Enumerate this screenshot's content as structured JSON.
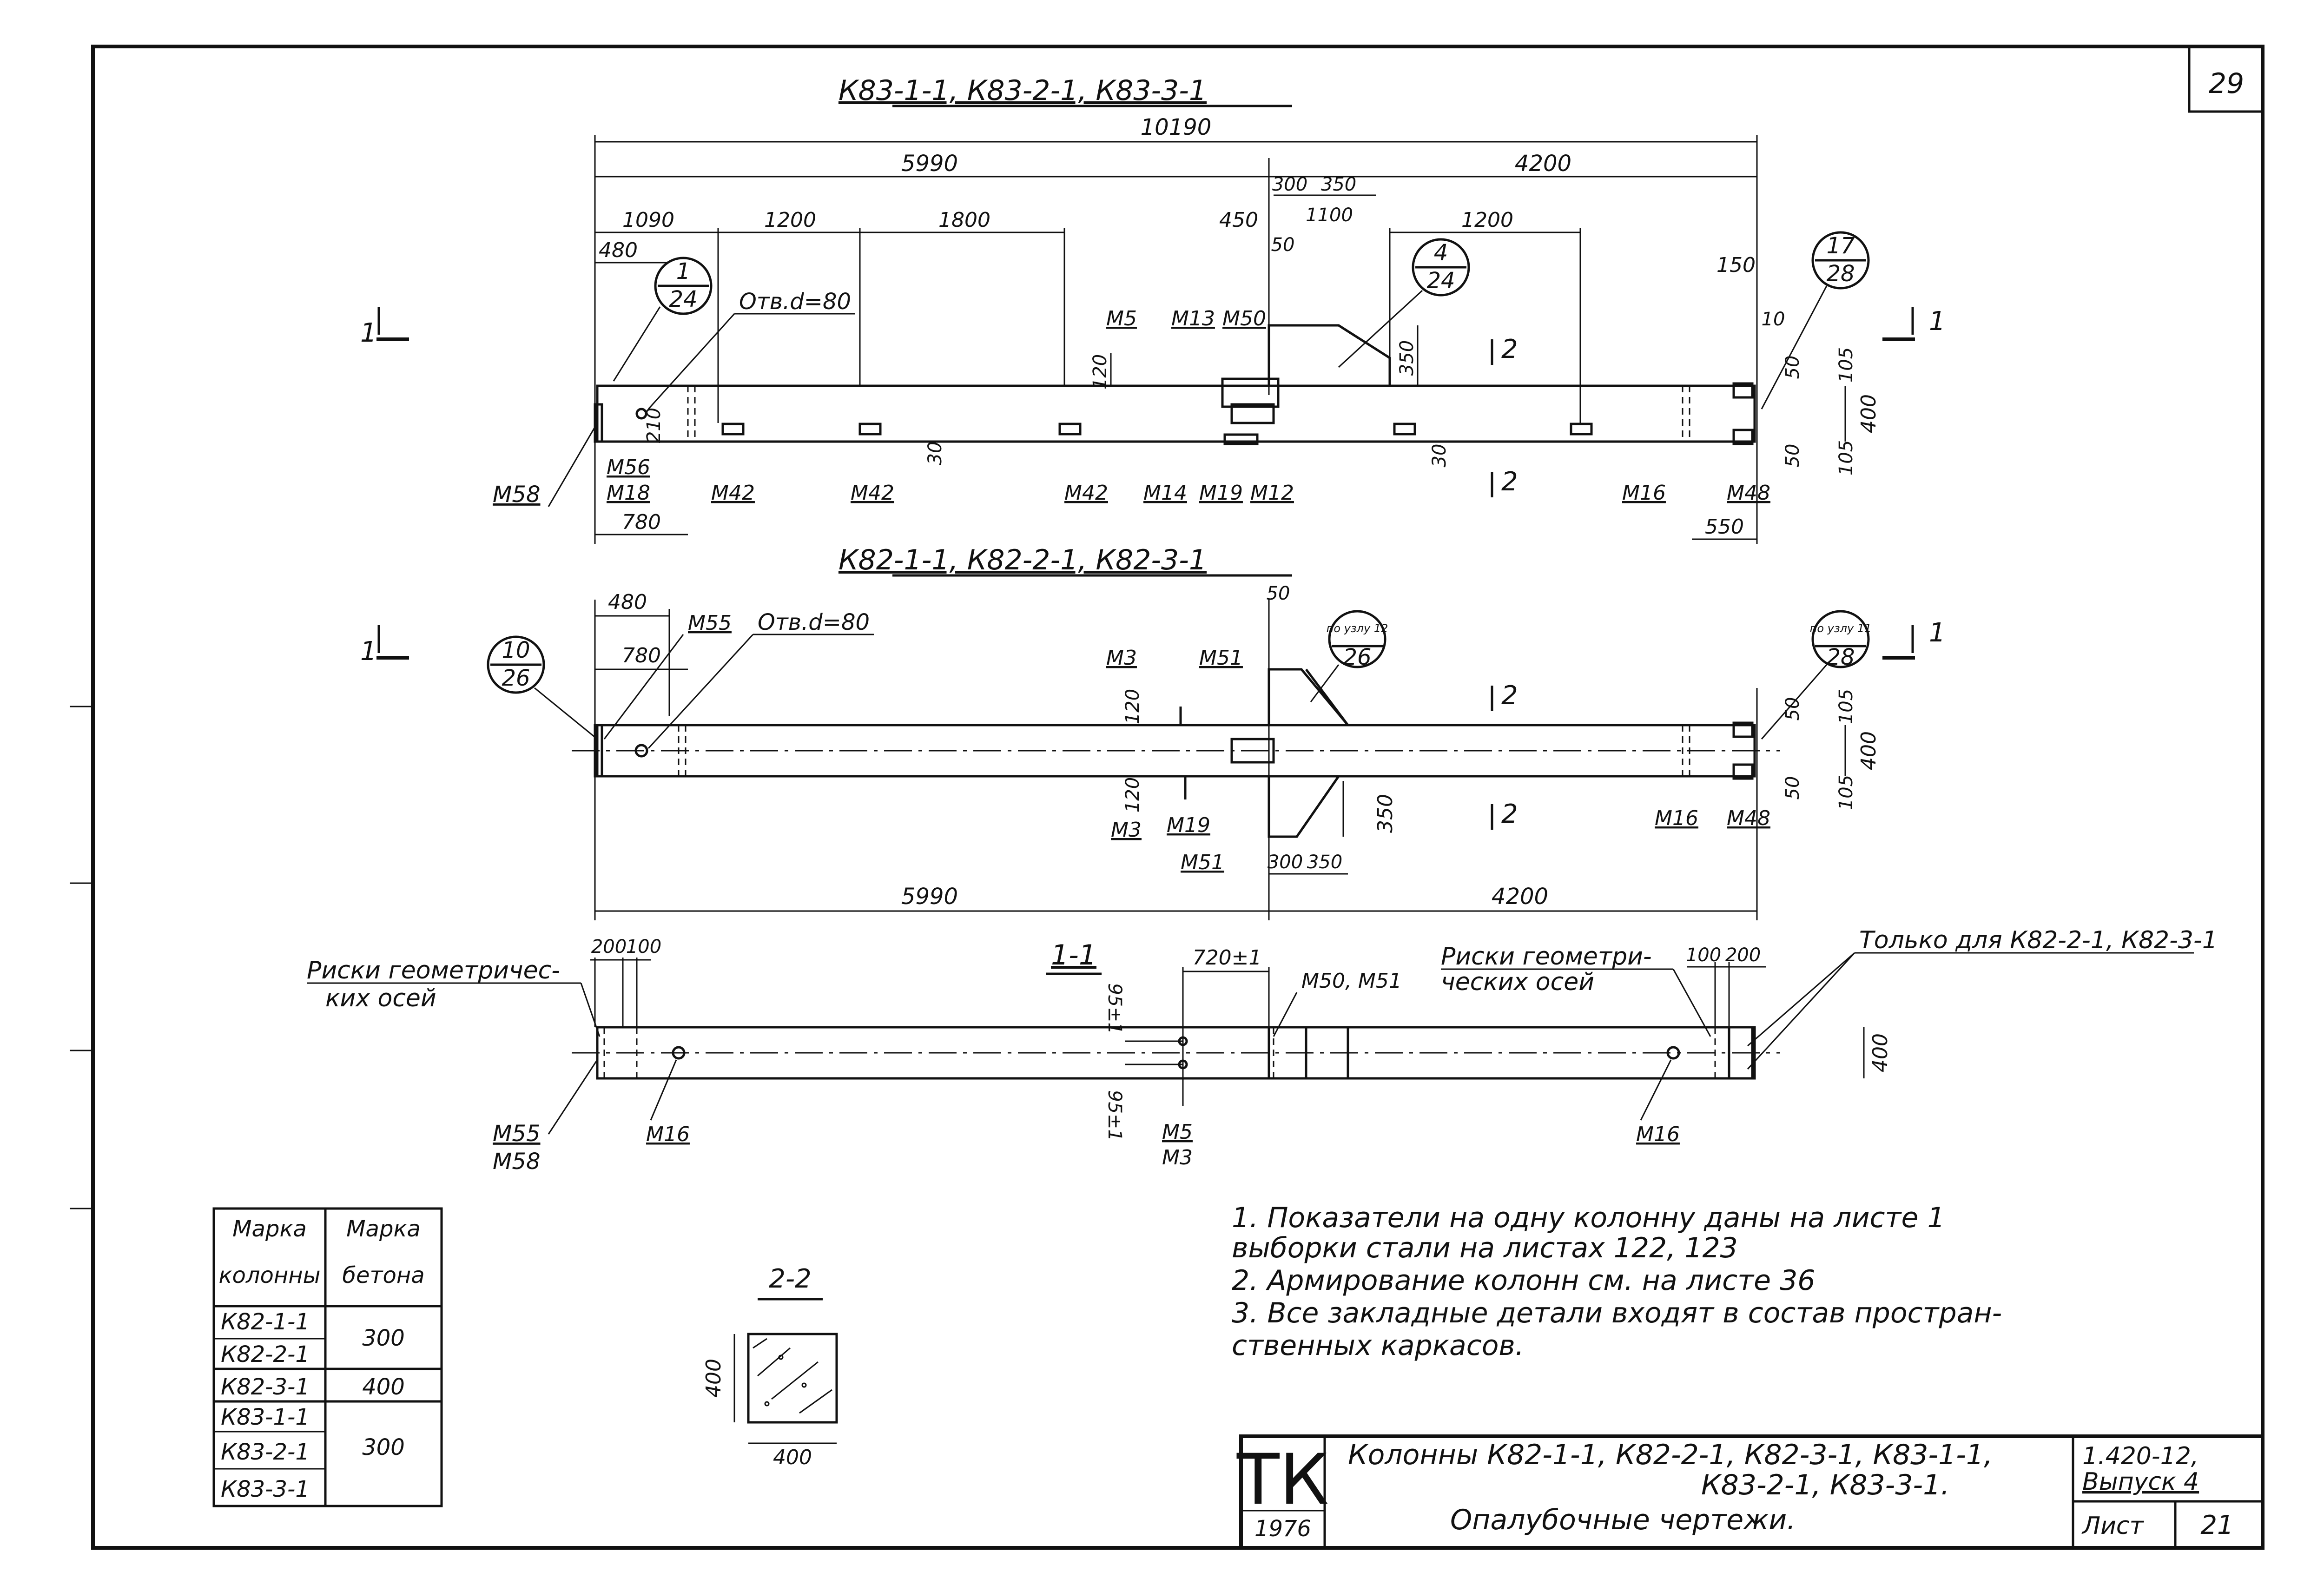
{
  "sheet_number": "29",
  "views": {
    "k83": {
      "title": "К83-1-1, К83-2-1, К83-3-1",
      "overall": "10190",
      "left_len": "5990",
      "right_len": "4200",
      "dims_top": [
        "1090",
        "1200",
        "1800",
        "450",
        "300",
        "350",
        "1100",
        "1200",
        "150",
        "480",
        "50",
        "10"
      ],
      "dims_side": [
        "120",
        "350",
        "105",
        "50",
        "400",
        "50",
        "105",
        "30",
        "210",
        "30"
      ],
      "dims_bottom": [
        "780",
        "550"
      ],
      "callouts": [
        {
          "num": "1",
          "den": "24"
        },
        {
          "num": "4",
          "den": "24"
        },
        {
          "num": "17",
          "den": "28"
        }
      ],
      "hole": "Отв.d=80",
      "parts": [
        "М5",
        "М13",
        "М50",
        "М56",
        "М18",
        "М42",
        "М42",
        "М42",
        "М14",
        "М19",
        "М12",
        "М16",
        "М48",
        "М58"
      ],
      "section_mark": "1",
      "cut_mark": "2"
    },
    "k82": {
      "title": "К82-1-1, К82-2-1, К82-3-1",
      "left_len": "5990",
      "right_len": "4200",
      "dims_top": [
        "480",
        "780",
        "50"
      ],
      "dims_side": [
        "120",
        "120",
        "350",
        "105",
        "50",
        "400",
        "50",
        "105"
      ],
      "dims_bottom": [
        "300",
        "350"
      ],
      "callouts": [
        {
          "num": "10",
          "den": "26"
        },
        {
          "num": "по узлу 12",
          "den": "26"
        },
        {
          "num": "по узлу 11",
          "den": "28"
        }
      ],
      "hole": "Отв.d=80",
      "parts": [
        "М55",
        "М3",
        "М51",
        "М3",
        "М19",
        "М51",
        "М16",
        "М48"
      ],
      "section_mark": "1",
      "cut_mark": "2"
    },
    "section_1_1": {
      "title": "1-1",
      "dims": [
        "200",
        "100",
        "720±1",
        "95±1",
        "95±1",
        "100",
        "200",
        "400"
      ],
      "notes": [
        "Риски геометричес-",
        "ких осей",
        "Риски геометри-",
        "ческих осей",
        "Только для К82-2-1, К82-3-1"
      ],
      "parts": [
        "М50, М51",
        "М55",
        "М58",
        "М16",
        "М5",
        "М3",
        "М16"
      ]
    },
    "section_2_2": {
      "title": "2-2",
      "dims": [
        "400",
        "400"
      ]
    }
  },
  "concrete_table": {
    "headers": [
      "Марка колонны",
      "Марка бетона"
    ],
    "rows": [
      {
        "col": "К82-1-1",
        "grade": "300"
      },
      {
        "col": "К82-2-1",
        "grade": ""
      },
      {
        "col": "К82-3-1",
        "grade": "400"
      },
      {
        "col": "К83-1-1",
        "grade": "300"
      },
      {
        "col": "К83-2-1",
        "grade": ""
      },
      {
        "col": "К83-3-1",
        "grade": ""
      }
    ],
    "header_lines": [
      "Марка",
      "колонны",
      "Марка",
      "бетона"
    ]
  },
  "notes": [
    "1.  Показатели на одну колонну даны на листе 1",
    "     выборки стали на листах 122, 123",
    "2.  Армирование колонн см. на листе 36",
    "3.  Все закладные детали входят в состав простран-",
    "     ственных каркасов."
  ],
  "title_block": {
    "org": "ТК",
    "year": "1976",
    "title_line1": "Колонны К82-1-1, К82-2-1, К82-3-1, К83-1-1,",
    "title_line2": "К83-2-1, К83-3-1.",
    "title_line3": "Опалубочные чертежи.",
    "series": "1.420-12,",
    "issue": "Выпуск 4",
    "sheet_label": "Лист",
    "sheet_no": "21"
  }
}
